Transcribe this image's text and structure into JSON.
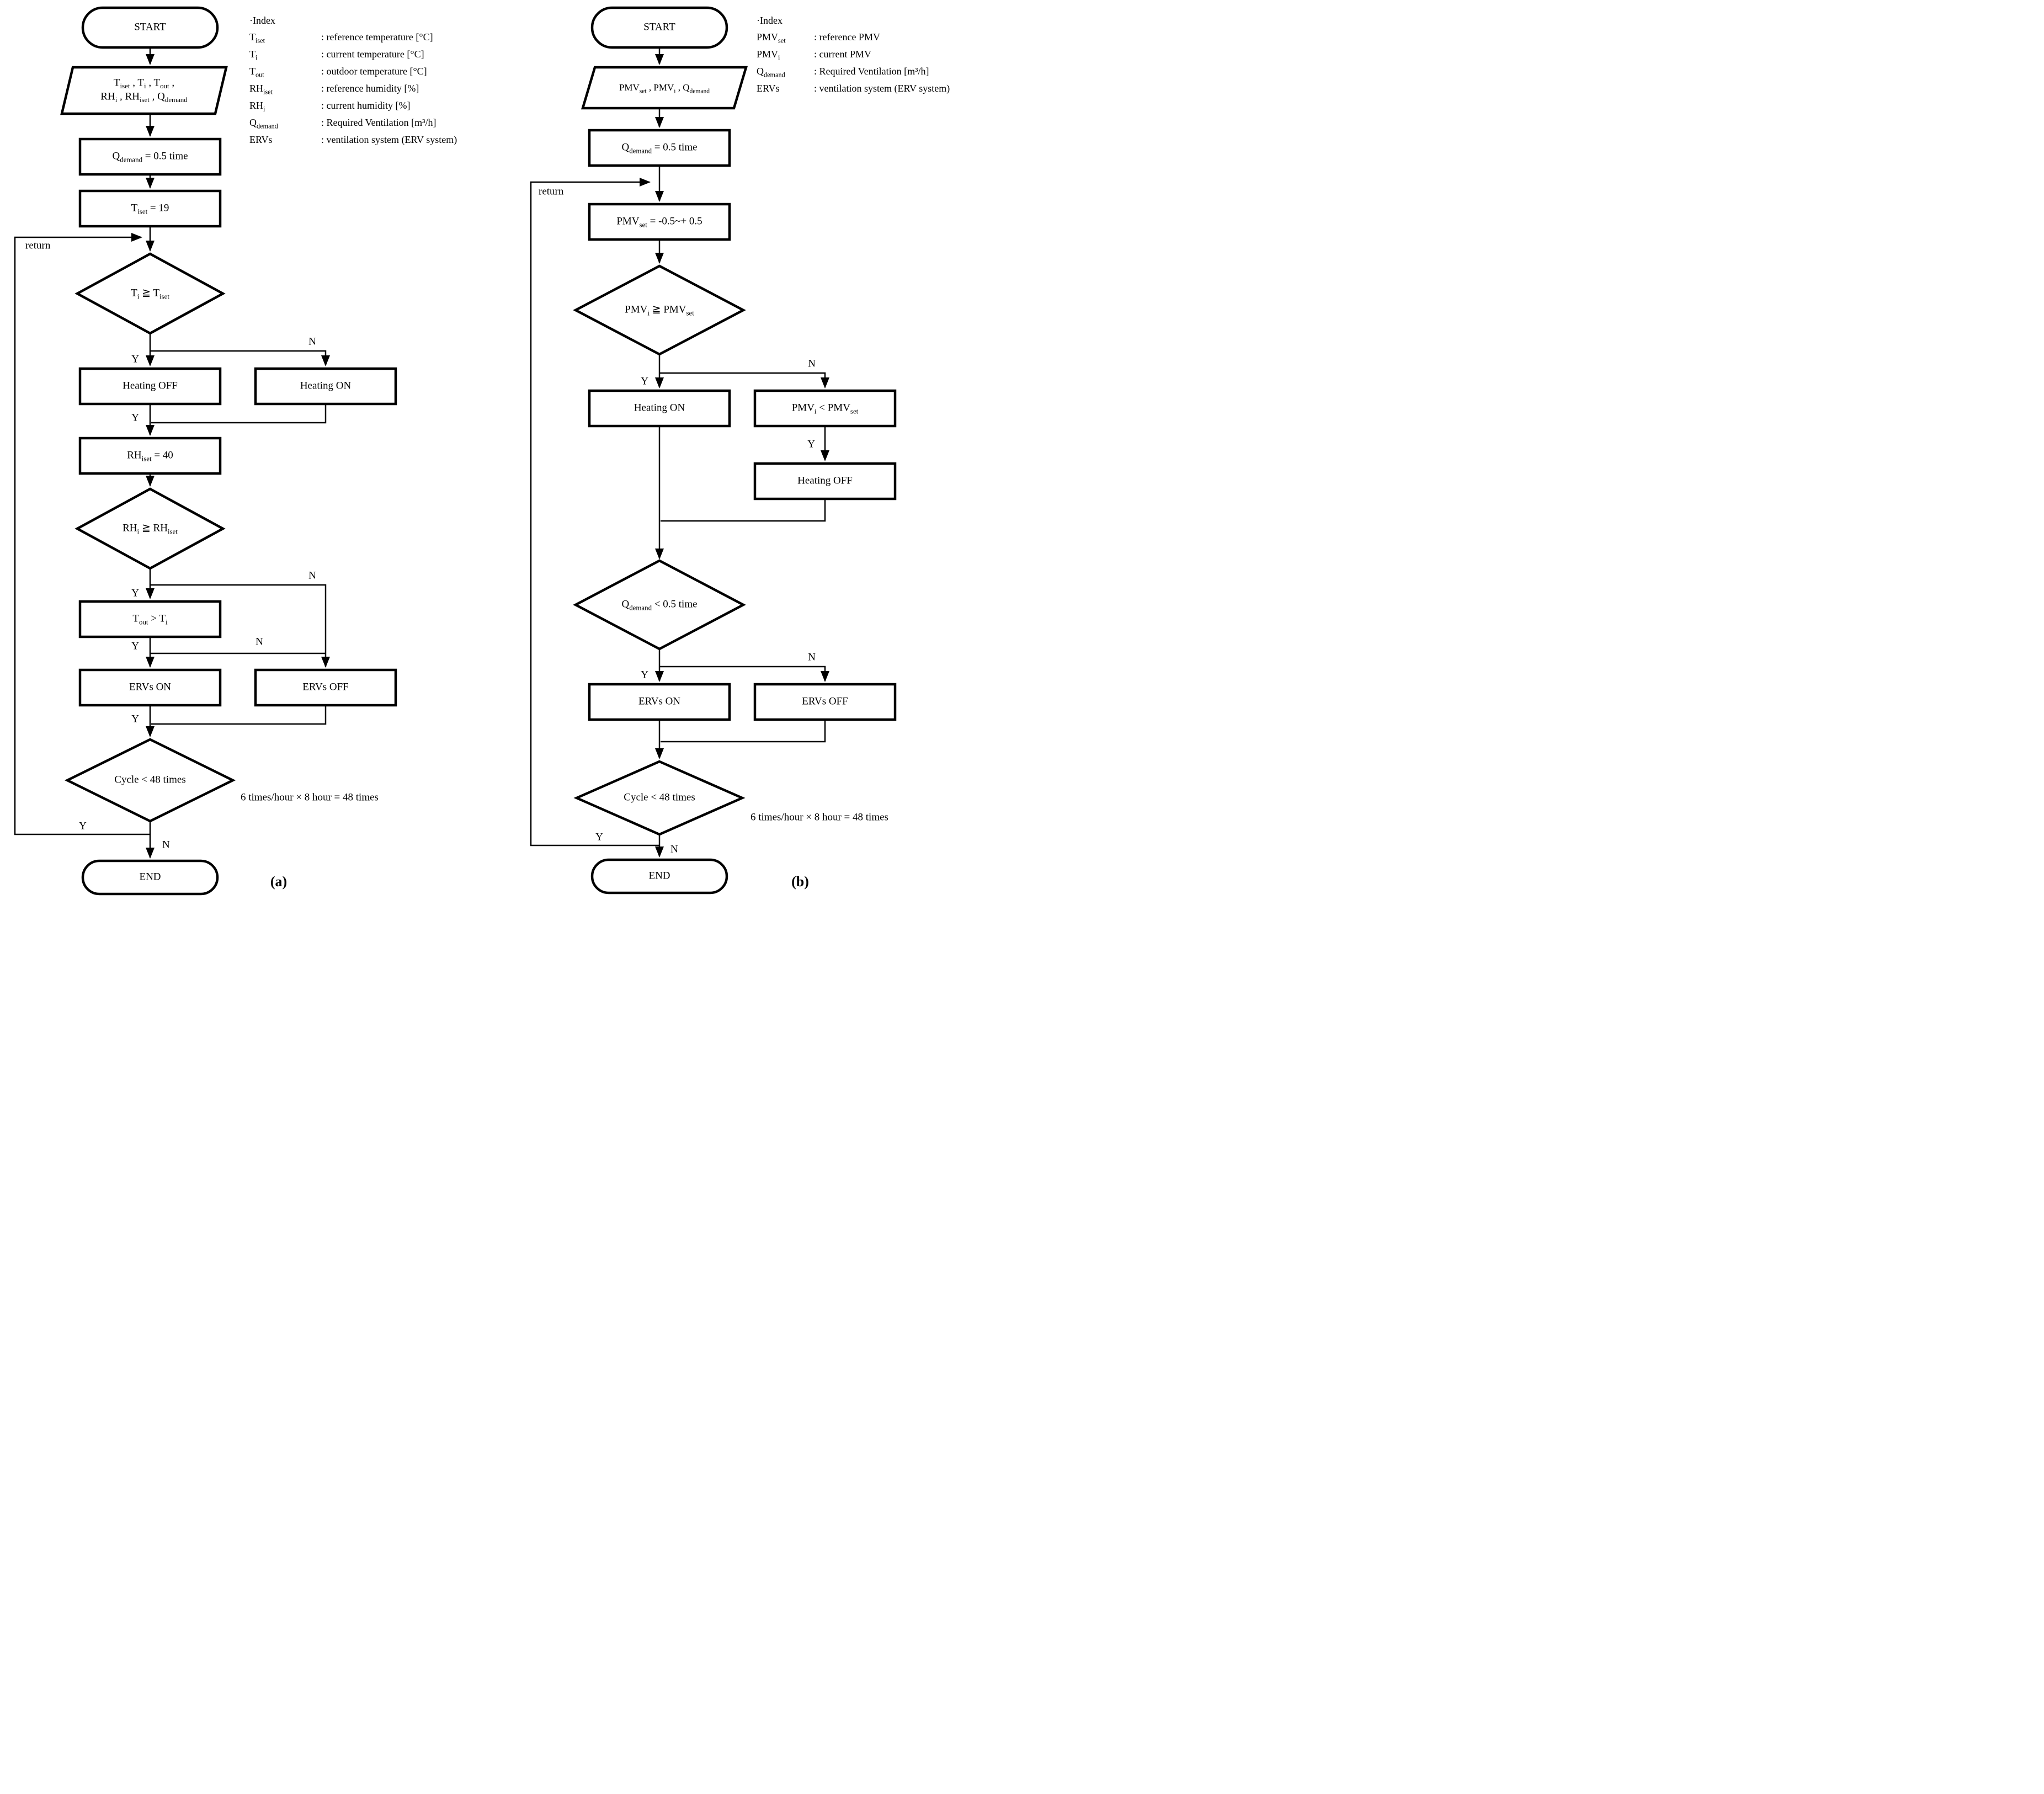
{
  "charts": {
    "a": {
      "caption": "(a)",
      "start": "START",
      "end": "END",
      "return_label": "return",
      "yes": "Y",
      "no": "N",
      "cycle_note": "6 times/hour × 8 hour = 48 times",
      "nodes": {
        "input_line1": [
          {
            "t": "T"
          },
          {
            "s": "iset"
          },
          {
            "t": " , T"
          },
          {
            "s": "i"
          },
          {
            "t": " , T"
          },
          {
            "s": "out"
          },
          {
            "t": " ,"
          }
        ],
        "input_line2": [
          {
            "t": "RH"
          },
          {
            "s": "i"
          },
          {
            "t": " , RH"
          },
          {
            "s": "iset"
          },
          {
            "t": " , Q"
          },
          {
            "s": "demand"
          }
        ],
        "q_demand": [
          {
            "t": "Q"
          },
          {
            "s": "demand"
          },
          {
            "t": " = 0.5 time"
          }
        ],
        "t_iset": [
          {
            "t": "T"
          },
          {
            "s": "iset"
          },
          {
            "t": " = 19"
          }
        ],
        "cond_temp": [
          {
            "t": "T"
          },
          {
            "s": "i"
          },
          {
            "t": " ≧ T"
          },
          {
            "s": "iset"
          }
        ],
        "heating_off": "Heating OFF",
        "heating_on": "Heating ON",
        "rh_iset": [
          {
            "t": "RH"
          },
          {
            "s": "iset"
          },
          {
            "t": " = 40"
          }
        ],
        "cond_rh": [
          {
            "t": "RH"
          },
          {
            "s": "i"
          },
          {
            "t": " ≧ RH"
          },
          {
            "s": "iset"
          }
        ],
        "cond_tout": [
          {
            "t": "T"
          },
          {
            "s": "out"
          },
          {
            "t": " > T"
          },
          {
            "s": "i"
          }
        ],
        "ervs_on": "ERVs ON",
        "ervs_off": "ERVs OFF",
        "cond_cycle": "Cycle < 48 times"
      },
      "index": {
        "title": "·Index",
        "entries": [
          {
            "term": [
              {
                "t": "T"
              },
              {
                "s": "iset"
              }
            ],
            "desc": ": reference temperature [°C]"
          },
          {
            "term": [
              {
                "t": "T"
              },
              {
                "s": "i"
              }
            ],
            "desc": ": current temperature [°C]"
          },
          {
            "term": [
              {
                "t": "T"
              },
              {
                "s": "out"
              }
            ],
            "desc": ": outdoor temperature [°C]"
          },
          {
            "term": [
              {
                "t": "RH"
              },
              {
                "s": "iset"
              }
            ],
            "desc": ": reference humidity [%]"
          },
          {
            "term": [
              {
                "t": "RH"
              },
              {
                "s": "i"
              }
            ],
            "desc": ": current humidity [%]"
          },
          {
            "term": [
              {
                "t": "Q"
              },
              {
                "s": "demand"
              }
            ],
            "desc": ": Required Ventilation [m³/h]"
          },
          {
            "term": [
              {
                "t": "ERVs"
              }
            ],
            "desc": ": ventilation system (ERV system)"
          }
        ]
      }
    },
    "b": {
      "caption": "(b)",
      "start": "START",
      "end": "END",
      "return_label": "return",
      "yes": "Y",
      "no": "N",
      "cycle_note": "6 times/hour × 8 hour = 48 times",
      "nodes": {
        "input": [
          {
            "t": "PMV"
          },
          {
            "s": "set"
          },
          {
            "t": " , PMV"
          },
          {
            "s": "i"
          },
          {
            "t": " , Q"
          },
          {
            "s": "demand"
          }
        ],
        "q_demand": [
          {
            "t": "Q"
          },
          {
            "s": "demand"
          },
          {
            "t": " = 0.5 time"
          }
        ],
        "pmv_set": [
          {
            "t": "PMV"
          },
          {
            "s": "set"
          },
          {
            "t": " = -0.5~+ 0.5"
          }
        ],
        "cond_pmv": [
          {
            "t": "PMV"
          },
          {
            "s": "i"
          },
          {
            "t": " ≧ PMV"
          },
          {
            "s": "set"
          }
        ],
        "heating_on": "Heating ON",
        "cond_pmv_lt": [
          {
            "t": "PMV"
          },
          {
            "s": "i"
          },
          {
            "t": " < PMV"
          },
          {
            "s": "set"
          }
        ],
        "heating_off": "Heating OFF",
        "cond_qdemand": [
          {
            "t": "Q"
          },
          {
            "s": "demand"
          },
          {
            "t": " < 0.5 time"
          }
        ],
        "ervs_on": "ERVs ON",
        "ervs_off": "ERVs OFF",
        "cond_cycle": "Cycle < 48 times"
      },
      "index": {
        "title": "·Index",
        "entries": [
          {
            "term": [
              {
                "t": "PMV"
              },
              {
                "s": "set"
              }
            ],
            "desc": ": reference PMV"
          },
          {
            "term": [
              {
                "t": "PMV"
              },
              {
                "s": "i"
              }
            ],
            "desc": ": current PMV"
          },
          {
            "term": [
              {
                "t": "Q"
              },
              {
                "s": "demand"
              }
            ],
            "desc": ": Required Ventilation [m³/h]"
          },
          {
            "term": [
              {
                "t": "ERVs"
              }
            ],
            "desc": ": ventilation system (ERV system)"
          }
        ]
      }
    }
  }
}
